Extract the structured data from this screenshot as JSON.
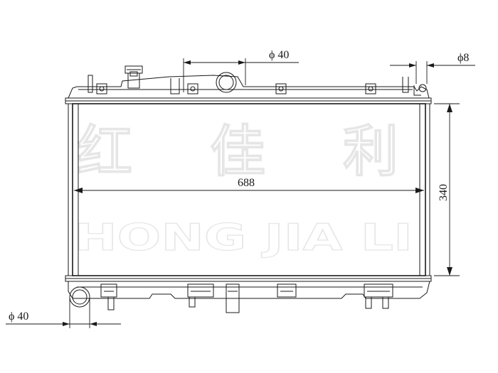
{
  "watermark": {
    "chinese_chars": [
      "红",
      "佳",
      "利"
    ],
    "english_text": "HONG JIA LI"
  },
  "dimensions": {
    "top_inlet_diameter": "ϕ 40",
    "cap_pin_diameter": "ϕ8",
    "core_width": "688",
    "core_height": "340",
    "bottom_outlet_diameter": "ϕ 40"
  }
}
